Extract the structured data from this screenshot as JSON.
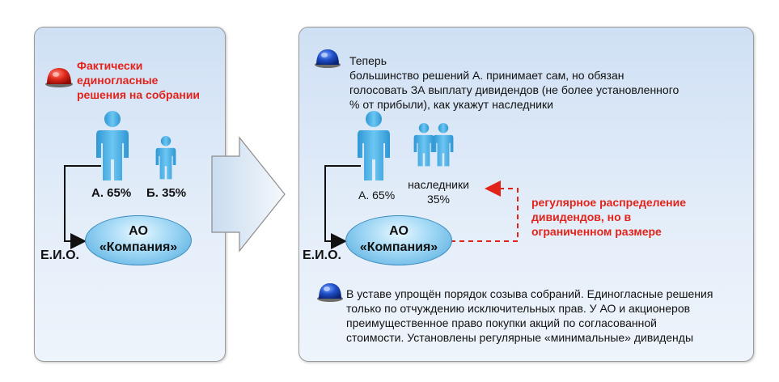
{
  "left": {
    "note": [
      "Фактически",
      "единогласные",
      "решения на собрании"
    ],
    "person_a_label": "А. 65%",
    "person_b_label": "Б. 35%",
    "company_line1": "АО",
    "company_line2": "«Компания»",
    "eio_label": "Е.И.О."
  },
  "right": {
    "note_lines": [
      "Теперь",
      "большинство решений А. принимает сам, но обязан",
      "голосовать ЗА выплату дивидендов (не более установленного",
      "% от прибыли), как укажут наследники"
    ],
    "person_a_label": "А. 65%",
    "heirs_label_line1": "наследники",
    "heirs_label_line2": "35%",
    "dividend_note": [
      "регулярное распределение",
      "дивидендов, но в",
      "ограниченном размере"
    ],
    "company_line1": "АО",
    "company_line2": "«Компания»",
    "eio_label": "Е.И.О.",
    "bottom_note_lines": [
      "В уставе упрощён порядок созыва собраний. Единогласные решения",
      "только по отчуждению исключительных прав. У АО и акционеров",
      "преимущественное право покупки акций по согласованной",
      "стоимости. Установлены регулярные «минимальные» дивиденды"
    ]
  },
  "colors": {
    "red_note": "#e2231a",
    "person_blue": "#3da9e0",
    "siren_red": "#d81e1e",
    "siren_blue": "#1f4fc8"
  },
  "icons": [
    "siren-red-icon",
    "siren-blue-icon",
    "person-icon",
    "arrow-right-icon"
  ]
}
